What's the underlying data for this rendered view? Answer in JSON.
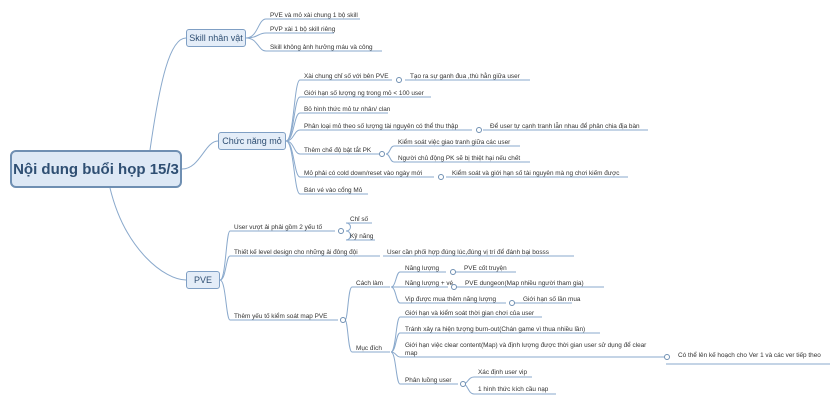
{
  "root": "Nội dung buổi họp 15/3",
  "skill": {
    "label": "Skill nhân vật",
    "items": [
      "PVE và mỏ xài chung 1 bộ skill",
      "PVP xài 1 bộ skill riêng",
      "Skill không ảnh hưởng máu và công"
    ]
  },
  "mine": {
    "label": "Chức năng mỏ",
    "i1": "Xài chung chỉ số với bên PVE",
    "i1c": "Tạo ra sự ganh đua ,thù hằn giữa user",
    "i2": "Giới hạn số lượng ng trong mỏ < 100 user",
    "i3": "Bỏ hình thức mỏ tư nhân/ clan",
    "i4": "Phân loại mỏ theo số lượng tài nguyên có thể thu thập",
    "i4c": "Để user tự cạnh tranh lẫn nhau để phân chia địa bàn",
    "i5": "Thêm chế độ bật tắt PK",
    "i5a": "Kiểm soát việc giao tranh giữa các user",
    "i5b": "Người chủ động PK sẽ bị thiệt hại nếu chết",
    "i6": "Mỏ phải có cold down/reset vào ngày mới",
    "i6c": "Kiểm soát và giới hạn số tài nguyên mà ng chơi kiếm được",
    "i7": "Bán vé vào cổng Mỏ"
  },
  "pve": {
    "label": "PVE",
    "i1": "User vượt ải phải gồm 2 yếu tố",
    "i1a": "Chỉ số",
    "i1b": "Kỹ năng",
    "i2": "Thiết kế level design cho những ải đông đội",
    "i2c": "User cần phối hợp đúng lúc,đúng vị trí để đánh bại bosss",
    "i3": "Thêm yếu tố kiểm soát map PVE",
    "how": "Cách làm",
    "h1": "Năng lượng",
    "h1c": "PVE cốt truyện",
    "h2": "Năng lượng + vé",
    "h2c": "PVE dungeon(Map nhiều người tham gia)",
    "h3": "Vip được mua thêm năng lượng",
    "h3c": "Giới hạn số lần mua",
    "goal": "Mục đích",
    "g1": "Giới hạn và kiểm soát thời gian chơi của user",
    "g2": "Tránh xảy ra hiện tượng burn-out(Chán game vì thua nhiều lần)",
    "g3": "Giới hạn việc clear content(Map) và định lượng được thời gian user sử dụng để clear map",
    "g3c": "Có thể lên kế hoạch cho Ver 1 và các ver tiếp theo",
    "g4": "Phân luồng user",
    "g4a": "Xác định user vip",
    "g4b": "1 hình thức kích cầu nạp"
  }
}
